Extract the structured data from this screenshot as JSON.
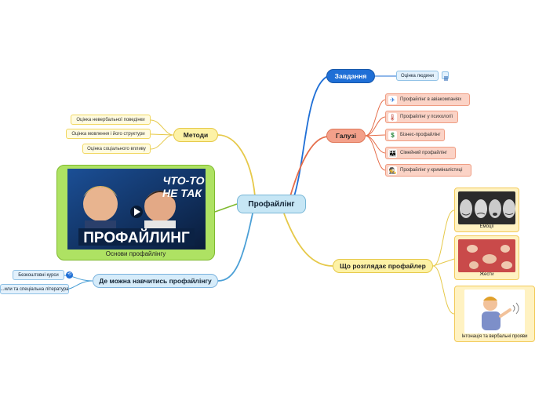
{
  "central": "Профайлінг",
  "branches": {
    "tasks": {
      "label": "Завдання",
      "items": [
        "Оцінка людини"
      ],
      "note_icon": "list-icon"
    },
    "industries": {
      "label": "Галузі",
      "items": [
        {
          "label": "Профайлінг в авіакомпаніях",
          "icon": "airplane-icon"
        },
        {
          "label": "Профайлінг у психології",
          "icon": "thermometer-icon"
        },
        {
          "label": "Бізнес-профайлінг",
          "icon": "dollar-icon"
        },
        {
          "label": "Сімейний профайлінг",
          "icon": "family-icon"
        },
        {
          "label": "Профайлінг у криміналістиці",
          "icon": "detective-icon"
        }
      ]
    },
    "methods": {
      "label": "Методи",
      "items": [
        "Оцінка невербальної поведінки",
        "Оцінка мовлення і його структури",
        "Оцінка соціального впливу"
      ]
    },
    "learn": {
      "label": "Де можна навчитись профайлінгу",
      "items": [
        "Безкоштовні курси",
        "...или та спеціальна література"
      ],
      "link_icon": "link-icon"
    },
    "profiler": {
      "label": "Що розглядає профайлер",
      "cards": [
        "Емоції",
        "Жести",
        "Інтонація та вербальні прояви"
      ]
    }
  },
  "video": {
    "caption": "Основи профайлінгу",
    "title_line1": "ЧТО-ТО",
    "title_line2": "НЕ ТАК",
    "banner": "ПРОФАЙЛИНГ"
  },
  "colors": {
    "central": "#c6e6f5",
    "tasks": "#1f6fd6",
    "industries": "#f3a08a",
    "methods": "#fdf2a6",
    "profiler": "#fdf2a6",
    "learn": "#d6ecfa"
  }
}
